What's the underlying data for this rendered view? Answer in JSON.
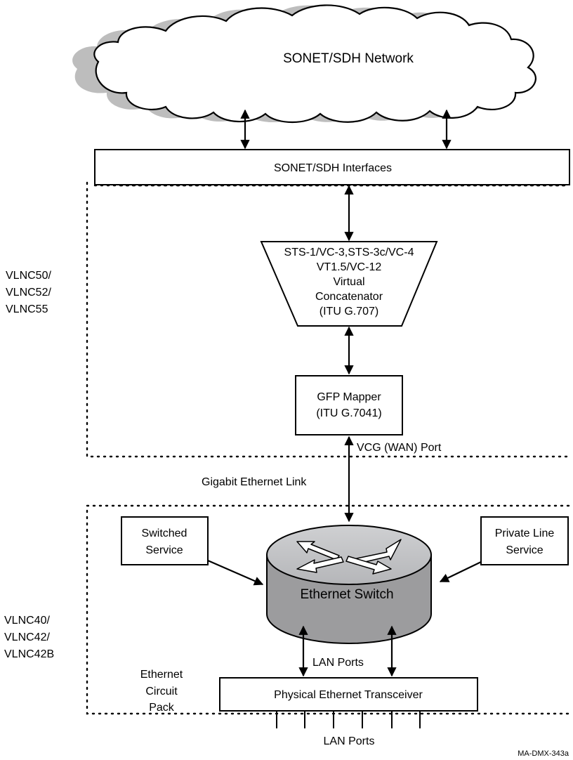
{
  "network": {
    "label": "SONET/SDH Network"
  },
  "interfaces": {
    "label": "SONET/SDH Interfaces"
  },
  "concatenator": {
    "lines": [
      "STS-1/VC-3,STS-3c/VC-4",
      "VT1.5/VC-12",
      "Virtual",
      "Concatenator",
      "(ITU G.707)"
    ]
  },
  "gfp_mapper": {
    "lines": [
      "GFP Mapper",
      "(ITU G.7041)"
    ]
  },
  "vcg_port": {
    "label": "VCG (WAN) Port"
  },
  "gigabit_link": {
    "label": "Gigabit Ethernet  Link"
  },
  "upper_region": {
    "lines": [
      "VLNC50/",
      "VLNC52/",
      "VLNC55"
    ]
  },
  "lower_region": {
    "lines": [
      "VLNC40/",
      "VLNC42/",
      "VLNC42B"
    ]
  },
  "switched_service": {
    "lines": [
      "Switched",
      "Service"
    ]
  },
  "private_line_service": {
    "lines": [
      "Private Line",
      "Service"
    ]
  },
  "ethernet_switch": {
    "label": "Ethernet Switch"
  },
  "lan_ports_upper": {
    "label": "LAN Ports"
  },
  "circuit_pack": {
    "lines": [
      "Ethernet",
      "Circuit",
      "Pack"
    ]
  },
  "transceiver": {
    "label": "Physical Ethernet Transceiver"
  },
  "lan_ports_lower": {
    "label": "LAN Ports"
  },
  "figure_id": {
    "label": "MA-DMX-343a"
  }
}
